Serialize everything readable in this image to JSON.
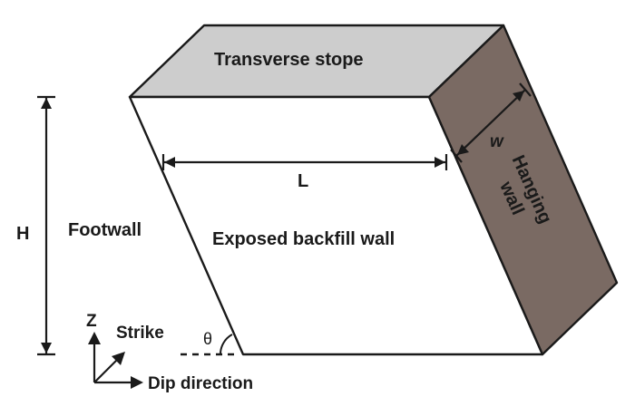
{
  "diagram": {
    "faces": {
      "top_color": "#cdcdcd",
      "front_color": "#ffffff",
      "side_color": "#7a6a63",
      "edge_color": "#1a1a1a"
    },
    "labels": {
      "top_face": "Transverse stope",
      "front_face": "Exposed backfill wall",
      "side_face_line1": "Hanging",
      "side_face_line2": "wall",
      "left_region": "Footwall",
      "height_dim": "H",
      "length_dim": "L",
      "width_dim": "w",
      "angle": "θ"
    },
    "axes": {
      "vertical": "Z",
      "diagonal": "Strike",
      "horizontal": "Dip direction"
    }
  }
}
